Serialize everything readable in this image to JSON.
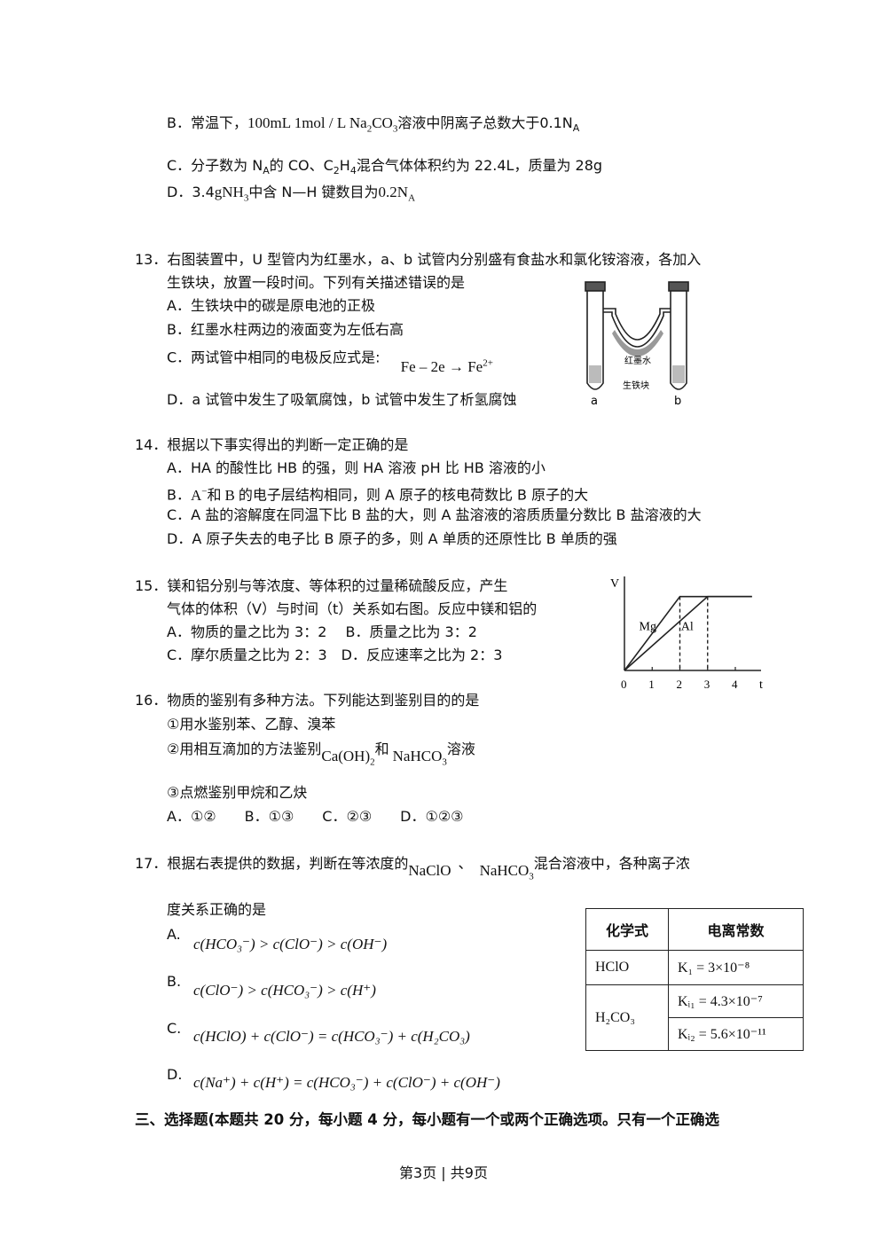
{
  "q12": {
    "b_pre": "B．常温下，",
    "b_formula": "100mL 1mol / L Na",
    "b_sub1": "2",
    "b_formula2": "CO",
    "b_sub2": "3",
    "b_post": "溶液中阴离子总数大于0.1N",
    "b_sub3": "A",
    "c_text": "C．分子数为 N",
    "c_sub": "A",
    "c_text2": "的 CO、C",
    "c_sub2": "2",
    "c_text3": "H",
    "c_sub3": "4",
    "c_text4": "混合气体体积约为 22.4L，质量为 28g",
    "d_pre": "D．3.4",
    "d_formula": "gNH",
    "d_sub": "3",
    "d_mid": "中含 N—H 键数目为",
    "d_val": "0.2N",
    "d_sub2": "A"
  },
  "q13": {
    "stem1": "13．右图装置中，U 型管内为红墨水，a、b 试管内分别盛有食盐水和氯化铵溶液，各加入",
    "stem2": "生铁块，放置一段时间。下列有关描述错误的是",
    "a": "A．生铁块中的碳是原电池的正极",
    "b": "B．红墨水柱两边的液面变为左低右高",
    "c": "C．两试管中相同的电极反应式是:",
    "c_formula": "Fe – 2e → Fe",
    "c_sup": "2+",
    "d": "D．a 试管中发生了吸氧腐蚀，b 试管中发生了析氢腐蚀",
    "fig_label_ink": "红墨水",
    "fig_label_iron": "生铁块",
    "fig_label_a": "a",
    "fig_label_b": "b"
  },
  "q14": {
    "stem": "14．根据以下事实得出的判断一定正确的是",
    "a": "A．HA 的酸性比 HB 的强，则 HA 溶液 pH 比 HB 溶液的小",
    "b_pre": "B．",
    "b_ion1": "A",
    "b_sup1": "−",
    "b_and": "和",
    "b_ion2": "B",
    "b_post": "的电子层结构相同，则 A 原子的核电荷数比 B 原子的大",
    "c": "C．A 盐的溶解度在同温下比 B 盐的大，则 A 盐溶液的溶质质量分数比 B 盐溶液的大",
    "d": "D．A 原子失去的电子比 B 原子的多，则 A 单质的还原性比 B 单质的强"
  },
  "q15": {
    "stem1": "15．镁和铝分别与等浓度、等体积的过量稀硫酸反应，产生",
    "stem2": "气体的体积（V）与时间（t）关系如右图。反应中镁和铝的",
    "ab": "A．物质的量之比为 3：2　 B．质量之比为 3：2",
    "cd": "C．摩尔质量之比为 2：3　D．反应速率之比为 2：3"
  },
  "chart_data": {
    "type": "line",
    "xlabel": "t",
    "ylabel": "V",
    "x_ticks": [
      "0",
      "1",
      "2",
      "3",
      "4"
    ],
    "series": [
      {
        "name": "Mg",
        "x": [
          0,
          2,
          4.6
        ],
        "y": [
          0,
          1,
          1
        ]
      },
      {
        "name": "Al",
        "x": [
          0,
          3,
          4.6
        ],
        "y": [
          0,
          1,
          1
        ]
      }
    ],
    "xlim": [
      0,
      4.8
    ],
    "ylim": [
      0,
      1.2
    ]
  },
  "q16": {
    "stem": "16．物质的鉴别有多种方法。下列能达到鉴别目的的是",
    "i1": "①用水鉴别苯、乙醇、溴苯",
    "i2_pre": "②用相互滴加的方法鉴别",
    "i2_f1": "Ca(OH)",
    "i2_s1": "2",
    "i2_and": "和",
    "i2_f2": "NaHCO",
    "i2_s2": "3",
    "i2_post": "溶液",
    "i3": "③点燃鉴别甲烷和乙炔",
    "opts": "A．①②　　B．①③　　C．②③　　D．①②③"
  },
  "q17": {
    "stem_pre": "17．根据右表提供的数据，判断在等浓度的",
    "f1": "NaClO",
    "sep": "、",
    "f2": "NaHCO",
    "s2": "3",
    "stem_post": "混合溶液中，各种离子浓",
    "stem2": "度关系正确的是",
    "a_lbl": "A.",
    "a_expr": "c(HCO₃⁻) > c(ClO⁻) > c(OH⁻)",
    "b_lbl": "B.",
    "b_expr": "c(ClO⁻) > c(HCO₃⁻) > c(H⁺)",
    "c_lbl": "C.",
    "c_expr": "c(HClO) + c(ClO⁻) = c(HCO₃⁻) + c(H₂CO₃)",
    "d_lbl": "D.",
    "d_expr": "c(Na⁺) + c(H⁺) = c(HCO₃⁻) + c(ClO⁻) + c(OH⁻)",
    "table_h1": "化学式",
    "table_h2": "电离常数",
    "row1_f": "HClO",
    "row1_k": "K₁ = 3×10⁻⁸",
    "row2_f": "H₂CO₃",
    "row2_k1": "Kᵢ₁ = 4.3×10⁻⁷",
    "row2_k2": "Kᵢ₂ = 5.6×10⁻¹¹"
  },
  "section3": "三、选择题(本题共 20 分，每小题 4 分，每小题有一个或两个正确选项。只有一个正确选",
  "footer": "第3页 | 共9页"
}
